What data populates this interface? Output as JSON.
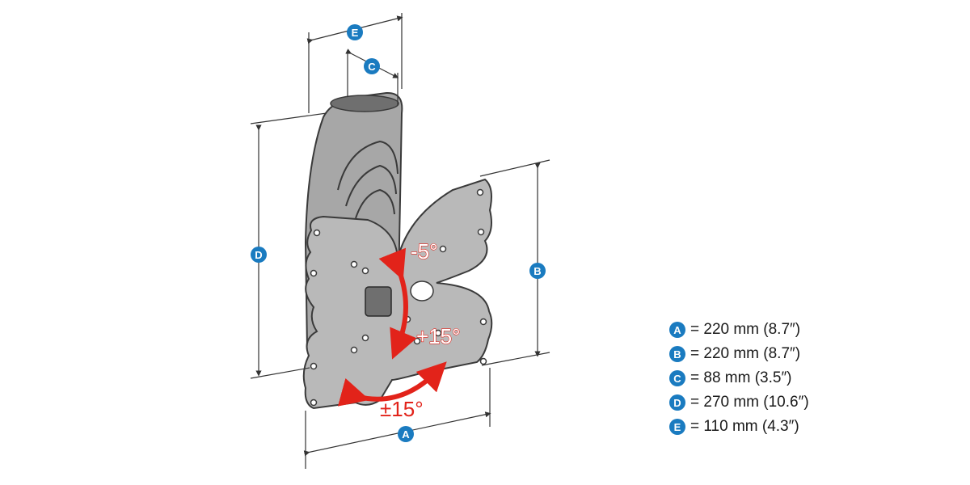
{
  "diagram": {
    "badges": {
      "a": "A",
      "b": "B",
      "c": "C",
      "d": "D",
      "e": "E"
    },
    "angles": {
      "tilt_up": "-5°",
      "tilt_down": "+15°",
      "swivel": "±15°"
    },
    "colors": {
      "badge": "#1a7bc0",
      "arrow": "#e2231a",
      "plate": "#b9b9b9",
      "outline": "#3a3a3a"
    }
  },
  "legend": [
    {
      "badge": "A",
      "text": "= 220 mm (8.7″)"
    },
    {
      "badge": "B",
      "text": "= 220 mm (8.7″)"
    },
    {
      "badge": "C",
      "text": "= 88 mm (3.5″)"
    },
    {
      "badge": "D",
      "text": "= 270 mm (10.6″)"
    },
    {
      "badge": "E",
      "text": "= 110 mm (4.3″)"
    }
  ]
}
